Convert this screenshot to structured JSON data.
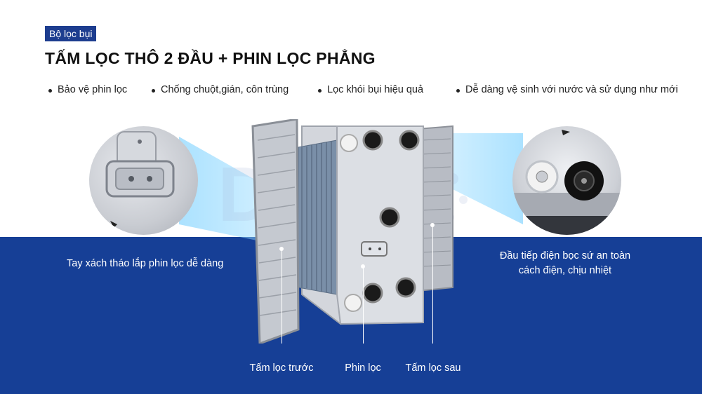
{
  "badge": "Bộ lọc bụi",
  "title": "TẤM LỌC THÔ 2 ĐẦU + PHIN LỌC PHẲNG",
  "bullets": [
    "Bảo vệ phin lọc",
    "Chống chuột,gián, côn trùng",
    "Lọc khói bụi hiệu quả",
    "Dễ dàng vệ sinh với nước và sử dụng như mới"
  ],
  "callouts": {
    "handle": "Tay xách tháo lắp phin lọc dễ dàng",
    "terminal_line1": "Đầu tiếp điện bọc sứ an toàn",
    "terminal_line2": "cách điện, chịu nhiệt"
  },
  "parts": {
    "front": "Tấm lọc trước",
    "filter": "Phin lọc",
    "back": "Tấm lọc sau"
  },
  "colors": {
    "band": "#163f96",
    "badge": "#1d3d8f",
    "beam": "#7fd0f5"
  }
}
